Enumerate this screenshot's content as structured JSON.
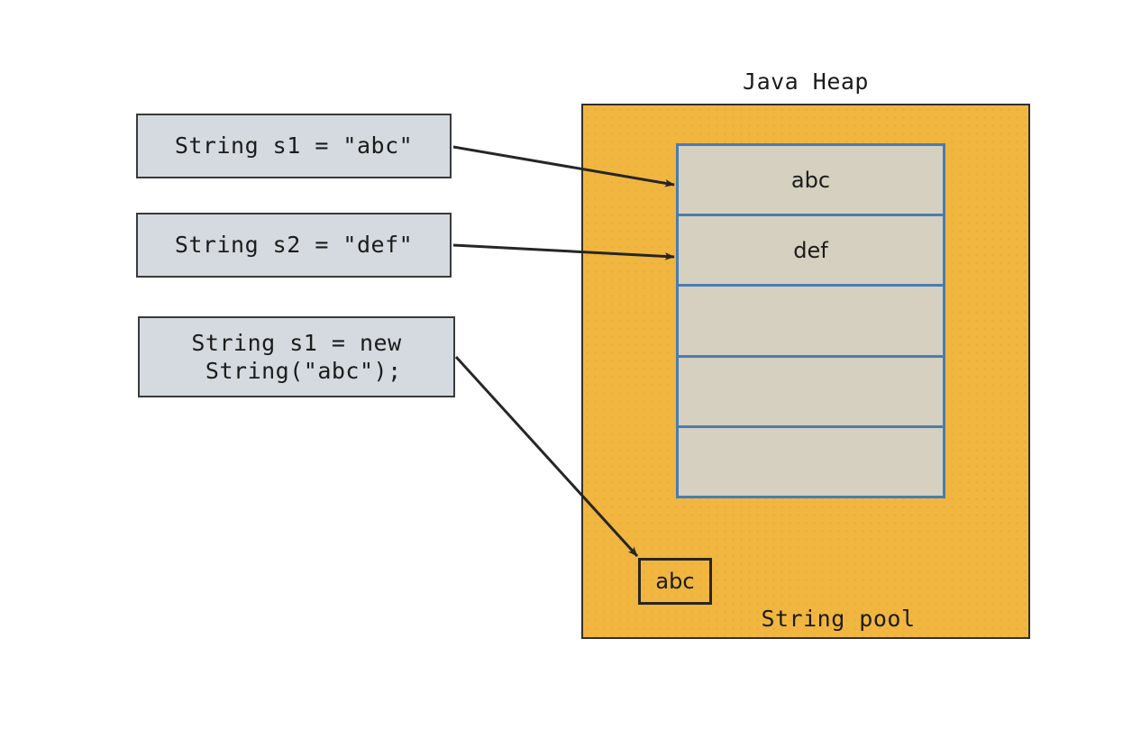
{
  "diagram": {
    "title": "Java Heap",
    "pool_label": "String pool",
    "code_boxes": [
      {
        "id": "code-box-1",
        "text": "String s1 = \"abc\""
      },
      {
        "id": "code-box-2",
        "text": "String s2 = \"def\""
      },
      {
        "id": "code-box-3",
        "text": "String s1 = new\n String(\"abc\");"
      }
    ],
    "heap_cells": [
      {
        "label": "abc"
      },
      {
        "label": "def"
      },
      {
        "label": ""
      },
      {
        "label": ""
      },
      {
        "label": ""
      }
    ],
    "pool_entries": [
      {
        "label": "abc"
      }
    ],
    "arrows": [
      {
        "name": "arrow-s1-to-heap-abc",
        "from": "code-box-1",
        "to": "heap-cell-abc"
      },
      {
        "name": "arrow-s2-to-heap-def",
        "from": "code-box-2",
        "to": "heap-cell-def"
      },
      {
        "name": "arrow-new-string-to-pool",
        "from": "code-box-3",
        "to": "pool-entry-abc"
      }
    ],
    "colors": {
      "heap_fill": "#f0b63f",
      "heap_border": "#2f2f2f",
      "cell_fill": "#d5d0bf",
      "cell_border": "#4a7cb0",
      "code_box_fill": "#d4dae0",
      "code_box_border": "#3a3a3a",
      "pool_box_border": "#2a2520",
      "arrow_color": "#262626",
      "text_color": "#1b1b1b",
      "background": "#ffffff"
    }
  }
}
